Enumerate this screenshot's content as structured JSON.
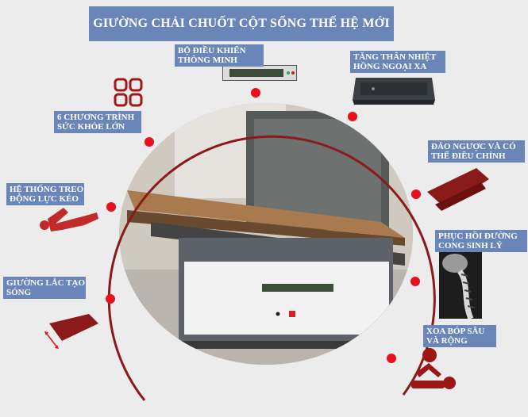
{
  "title": "GIƯỜNG CHẢI CHUỐT CỘT SỐNG THẾ HỆ MỚI",
  "features": {
    "controller": [
      "BỘ ĐIỀU KHIỂN",
      "THÔNG MINH"
    ],
    "heating": [
      "TĂNG THÂN NHIỆT",
      "HỒNG NGOẠI XA"
    ],
    "programs": [
      "6 CHƯƠNG TRÌNH",
      "SỨC KHỎE LỚN"
    ],
    "reverse": [
      "ĐẢO NGƯỢC VÀ CÓ",
      "THỂ ĐIỀU CHỈNH"
    ],
    "suspension": [
      "HỆ THỐNG TREO",
      "ĐỘNG LỰC KÉO"
    ],
    "spine": [
      "PHỤC HỒI ĐƯỜNG",
      "CONG SINH LÝ"
    ],
    "wave": [
      "GIƯỜNG LẮC TẠO",
      "SÓNG"
    ],
    "massage": [
      "XOA BÓP SÂU",
      "VÀ RỘNG"
    ]
  },
  "colors": {
    "accent": "#8b1a1a",
    "dot": "#e8101c",
    "label_bg": "#6a86b8",
    "label_text": "#ffffff"
  },
  "icons": [
    "six-program-grid-icon",
    "suspension-figure-icon",
    "wave-bed-icon",
    "reverse-bed-icon",
    "spine-xray-icon",
    "massage-figure-icon"
  ]
}
